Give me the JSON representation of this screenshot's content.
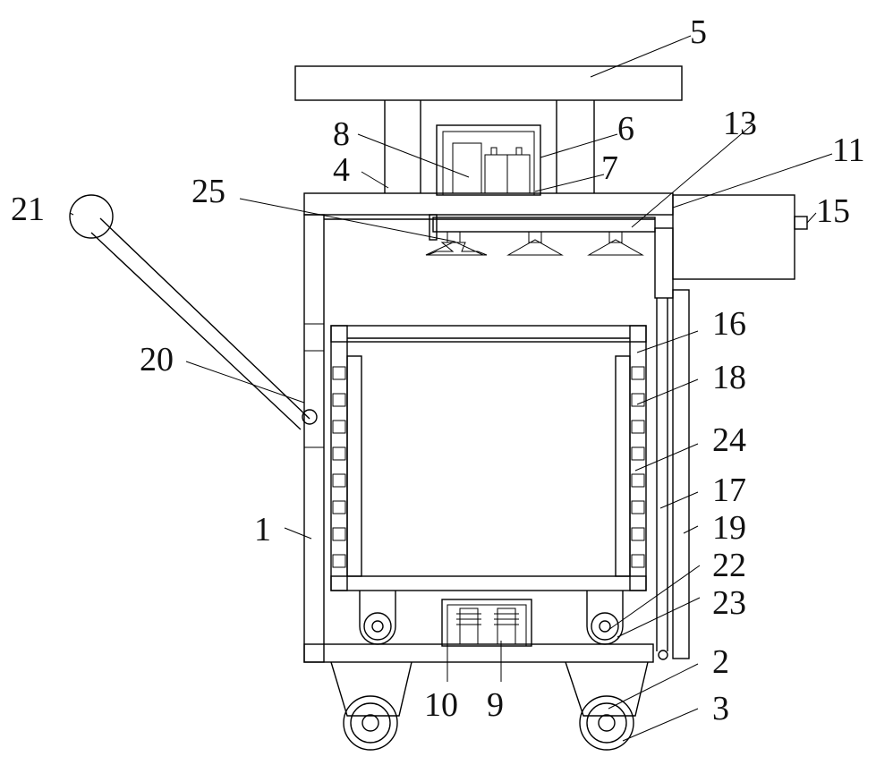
{
  "colors": {
    "stroke": "#000000",
    "background": "#ffffff",
    "fill_speckle": "#d9d9d9"
  },
  "labels": {
    "l1": "1",
    "l2": "2",
    "l3": "3",
    "l4": "4",
    "l5": "5",
    "l6": "6",
    "l7": "7",
    "l8": "8",
    "l9": "9",
    "l10": "10",
    "l11": "11",
    "l13": "13",
    "l15": "15",
    "l16": "16",
    "l17": "17",
    "l18": "18",
    "l19": "19",
    "l20": "20",
    "l21": "21",
    "l22": "22",
    "l23": "23",
    "l24": "24",
    "l25": "25"
  }
}
